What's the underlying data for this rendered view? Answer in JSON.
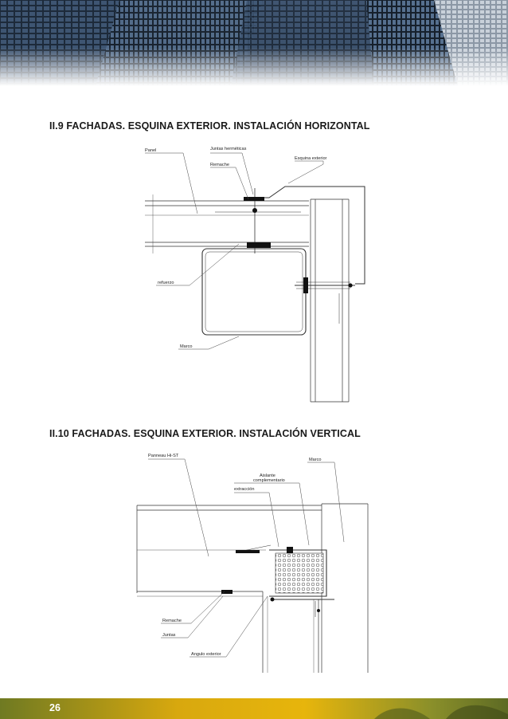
{
  "sections": [
    {
      "title": "II.9 FACHADAS. ESQUINA EXTERIOR. INSTALACIÓN HORIZONTAL",
      "labels": {
        "panel": "Panel",
        "juntas": "Juntas herméticas",
        "remache": "Remache",
        "esquina": "Esquina exterior",
        "refuerzo": "refuerzo",
        "marco": "Marco"
      }
    },
    {
      "title": "II.10 FACHADAS. ESQUINA EXTERIOR. INSTALACIÓN VERTICAL",
      "labels": {
        "panneau": "Panneau Hi-ST",
        "marco": "Marco",
        "aislante1": "Aislante",
        "aislante2": "complementario",
        "extraccion": "extracción",
        "remache": "Remache",
        "juntas": "Juntas",
        "angulo": "Angulo exterior"
      }
    }
  ],
  "footer": {
    "page_number": "26"
  },
  "colors": {
    "footer_green": "#6f7a22",
    "footer_yellow": "#e7b50c",
    "header_sky": "#3a4a60"
  }
}
